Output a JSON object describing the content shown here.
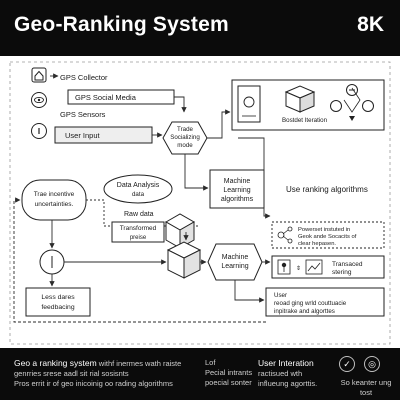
{
  "header": {
    "title": "Geo-Ranking System",
    "badge": "8K"
  },
  "inputs": {
    "gps_collector": "GPS Collector",
    "gps_social": "GPS Social Media",
    "gps_sensors": "GPS Sensors",
    "user_input": "User Input"
  },
  "center": {
    "hex_title": [
      "Trade",
      "Socializing",
      "mode"
    ],
    "data_analysis": [
      "Data Analysis",
      "data"
    ],
    "raw_data": "Raw data",
    "transformed": [
      "Transformed",
      "preise"
    ],
    "ml_top": [
      "Machine",
      "Learning",
      "algorithms"
    ],
    "ml_mid": [
      "Machine",
      "Learning"
    ]
  },
  "left": {
    "trae_incentive": [
      "Trae incentive",
      "uncertainties."
    ],
    "less_feedback": [
      "Less dares",
      "feedbacing"
    ]
  },
  "right": {
    "iteration_label": "Bostdet Iteration",
    "use_ranking": "Use ranking algorithms",
    "powerset": [
      "Powerset instuted in",
      "Geok ande Socacits of",
      "clear hepasen."
    ],
    "transaced": [
      "Transaced",
      "stering"
    ],
    "user_block": [
      "User",
      "reoad ging wrld couttuacie",
      "inpitrake and algorttes"
    ]
  },
  "footer": {
    "c1_bold": "Geo a ranking system",
    "c1_rest": "withf inermes wath raiste",
    "c1_line2": "genrries srese aadl sit rial sosisnts",
    "c1_line3": "Pros errit ir of geo inicoinig oo rading algorithms",
    "c2_line1": "Lof",
    "c2_line2": "Pecial intrants",
    "c2_line3": "poecial sonter",
    "c3_bold": "User Interation",
    "c3_line2": "ractisued wth",
    "c3_line3": "influeung agorttis.",
    "c4_line1": "So keanter ung tost"
  },
  "colors": {
    "bar": "#0b0b0b",
    "line": "#2b2b2b",
    "paper": "#ffffff"
  }
}
